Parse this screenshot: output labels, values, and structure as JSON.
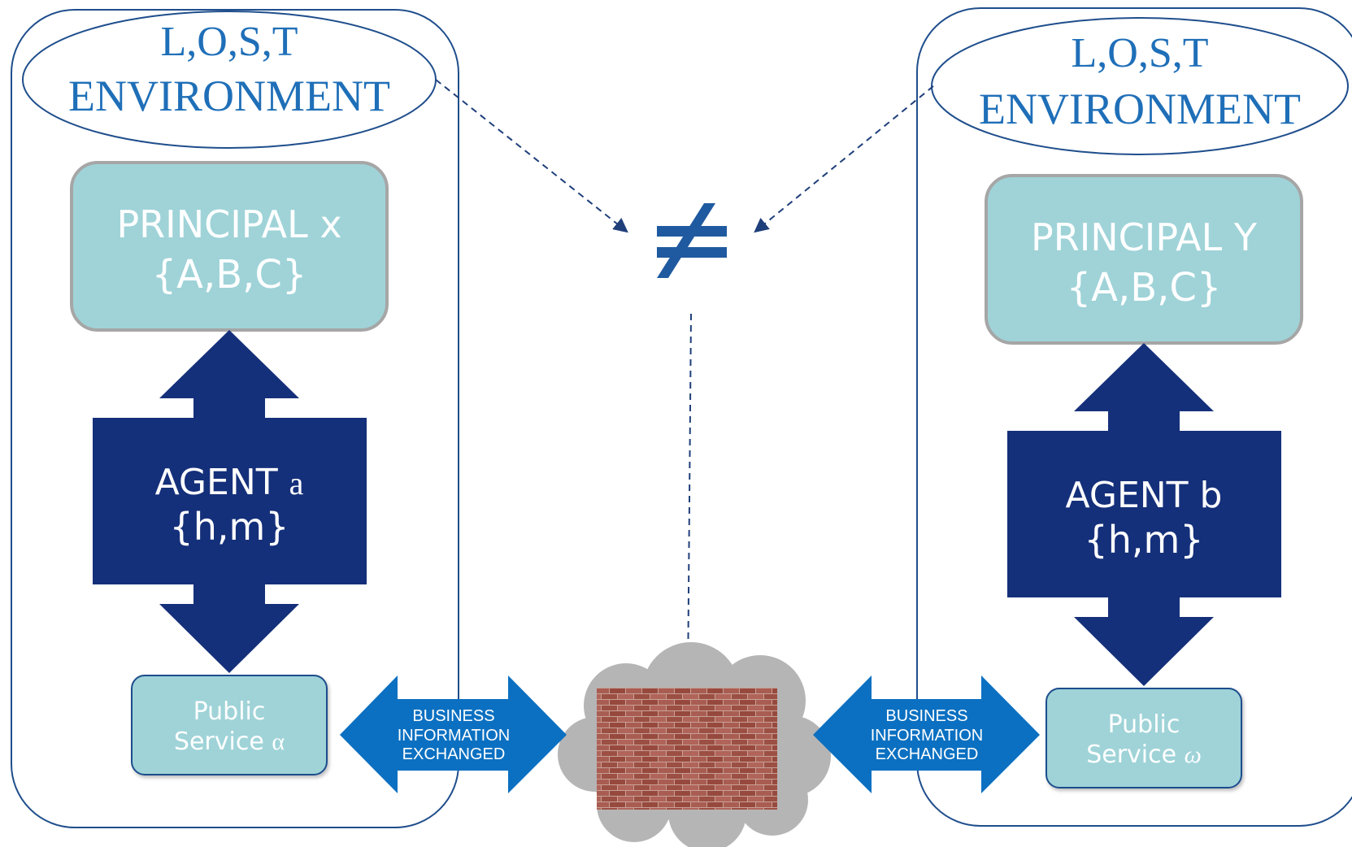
{
  "colors": {
    "outline_blue": "#1f4e8c",
    "env_text": "#1f6fb8",
    "principal_fill": "#9fd3d8",
    "principal_border": "#a6a6a6",
    "agent_navy": "#15307a",
    "arrow_blue": "#0b70c1",
    "cloud_gray": "#b5b5b5",
    "brick": "#a5574a"
  },
  "left": {
    "env_line1": "L,O,S,T",
    "env_line2": "ENVIRONMENT",
    "principal_line1_main": "PRINCIPAL ",
    "principal_line1_var": "x",
    "principal_line2": "{A,B,C}",
    "agent_line1_main": "AGENT ",
    "agent_line1_var": "a",
    "agent_line2": "{h,m}",
    "service_line1": "Public",
    "service_line2_main": "Service ",
    "service_line2_var": "α",
    "exchange_line1": "BUSINESS",
    "exchange_line2": "INFORMATION",
    "exchange_line3": "EXCHANGED"
  },
  "right": {
    "env_line1": "L,O,S,T",
    "env_line2": "ENVIRONMENT",
    "principal_line1": "PRINCIPAL Y",
    "principal_line2": "{A,B,C}",
    "agent_line1": "AGENT b",
    "agent_line2": "{h,m}",
    "service_line1": "Public",
    "service_line2_main": "Service ",
    "service_line2_var": "ω",
    "exchange_line1": "BUSINESS",
    "exchange_line2": "INFORMATION",
    "exchange_line3": "EXCHANGED"
  },
  "center": {
    "not_equal_symbol": "≠",
    "barrier_icon": "brick-wall-icon",
    "cloud_icon": "cloud-icon"
  }
}
